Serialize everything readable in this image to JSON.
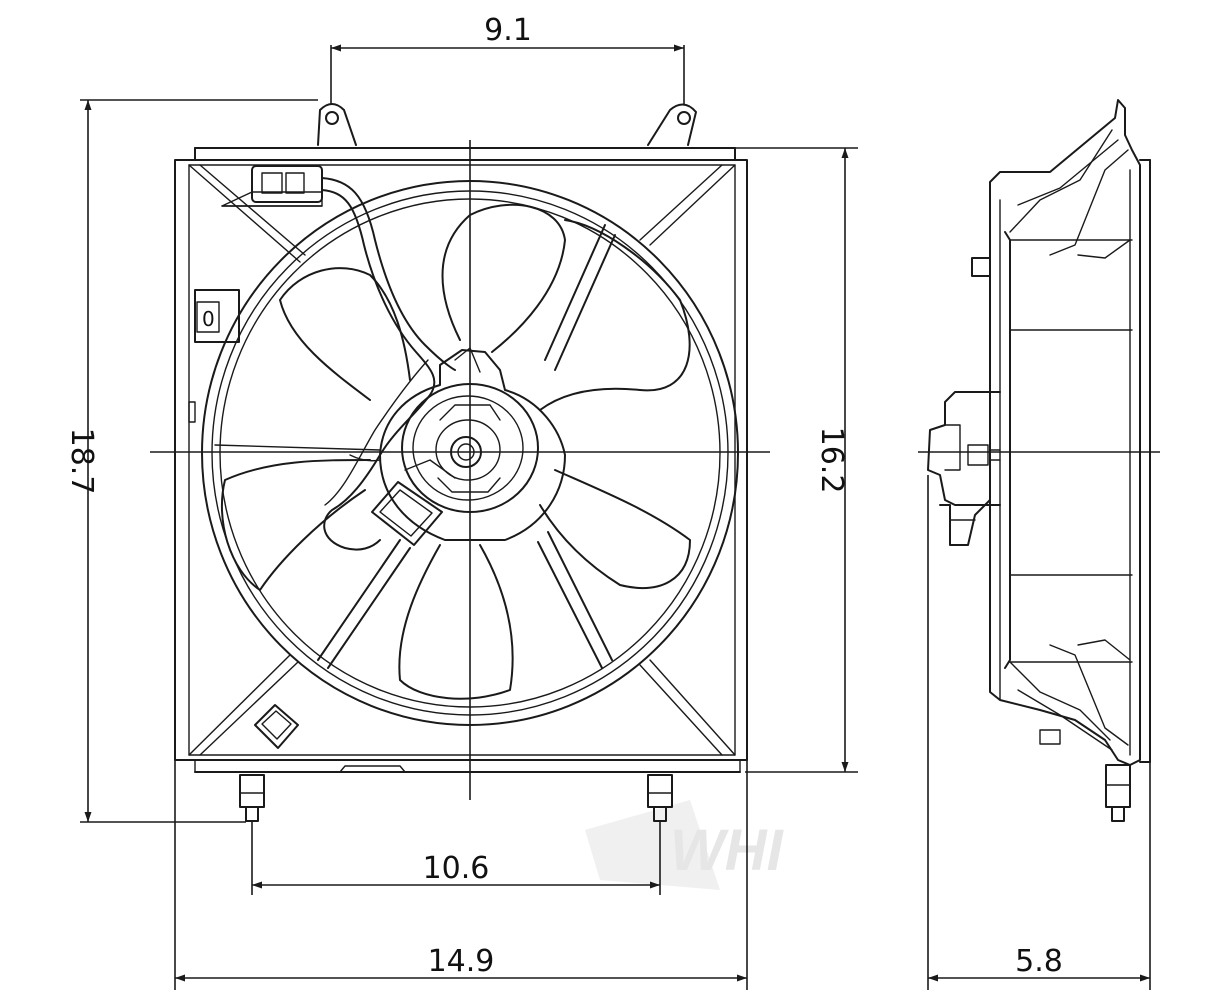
{
  "dimensions": {
    "top_mount_spacing": "9.1",
    "overall_height": "18.7",
    "shroud_height": "16.2",
    "bottom_mount_spacing": "10.6",
    "overall_width": "14.9",
    "depth": "5.8"
  },
  "connector_mark": "0",
  "watermark": "WHI",
  "colors": {
    "line": "#1a1a1a",
    "background": "#ffffff",
    "watermark": "#e6e6e6"
  }
}
